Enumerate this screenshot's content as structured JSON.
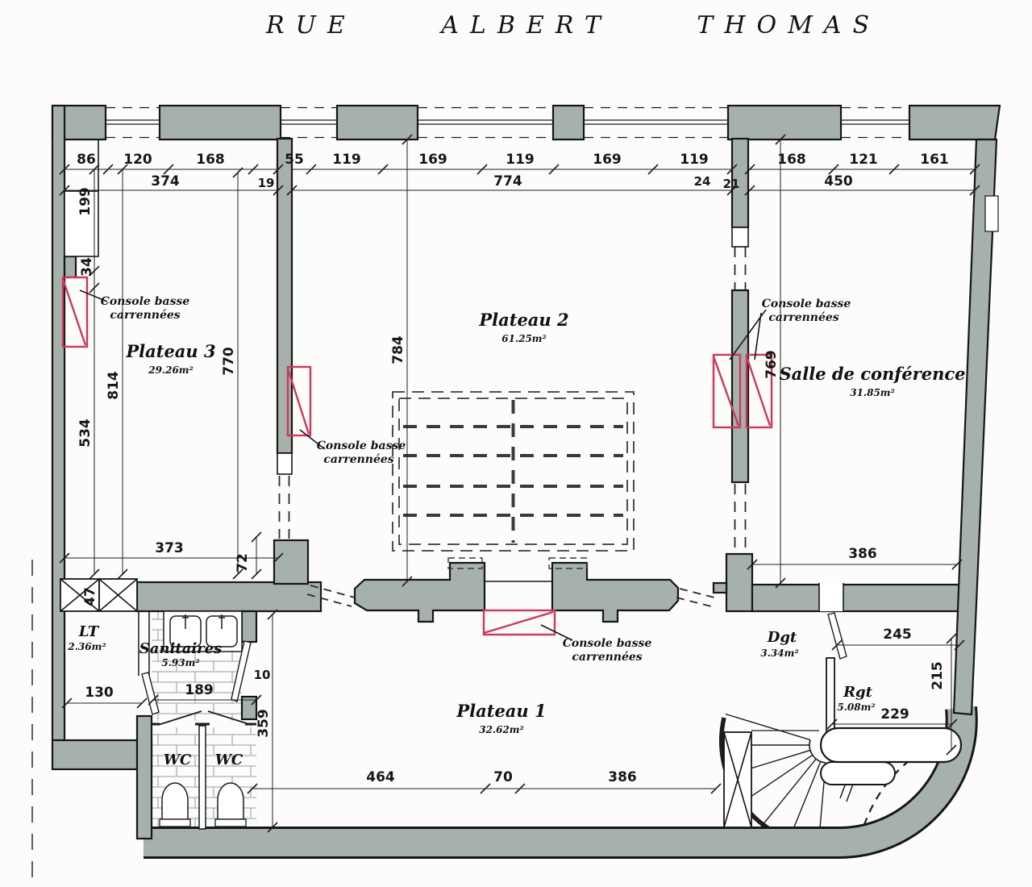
{
  "street": [
    "RUE",
    "ALBERT",
    "THOMAS"
  ],
  "rooms": {
    "plateau3": {
      "name": "Plateau 3",
      "area": "29.26m²"
    },
    "plateau2": {
      "name": "Plateau 2",
      "area": "61.25m²"
    },
    "salle": {
      "name": "Salle de conférence",
      "area": "31.85m²"
    },
    "plateau1": {
      "name": "Plateau 1",
      "area": "32.62m²"
    },
    "lt": {
      "name": "LT",
      "area": "2.36m²"
    },
    "sanitaires": {
      "name": "Sanitaires",
      "area": "5.93m²"
    },
    "wc_left": {
      "name": "WC"
    },
    "wc_right": {
      "name": "WC"
    },
    "dgt": {
      "name": "Dgt",
      "area": "3.34m²"
    },
    "rgt": {
      "name": "Rgt",
      "area": "5.08m²"
    }
  },
  "annotations": {
    "console_line1": "Console basse",
    "console_line2": "carrennées"
  },
  "dimensions": {
    "top_row1": [
      "86",
      "120",
      "168",
      "55",
      "119",
      "169",
      "119",
      "169",
      "119",
      "168",
      "121",
      "161"
    ],
    "top_row2": [
      "374",
      "19",
      "774",
      "24",
      "21",
      "450"
    ],
    "verticals": {
      "v199": "199",
      "v34": "34",
      "v814": "814",
      "v534": "534",
      "v770": "770",
      "v784": "784",
      "v769": "769",
      "v72": "72",
      "v47": "47",
      "v359": "359",
      "v215": "215"
    },
    "horizontals": {
      "h373": "373",
      "h130": "130",
      "h189": "189",
      "h10": "10",
      "h245": "245",
      "h229": "229",
      "h386_salle": "386",
      "h464": "464",
      "h70": "70",
      "h386_bottom": "386"
    }
  },
  "colors": {
    "wall_fill": "#a6b1ab",
    "line": "#1c1c1c",
    "console_red": "#c93a5e"
  }
}
